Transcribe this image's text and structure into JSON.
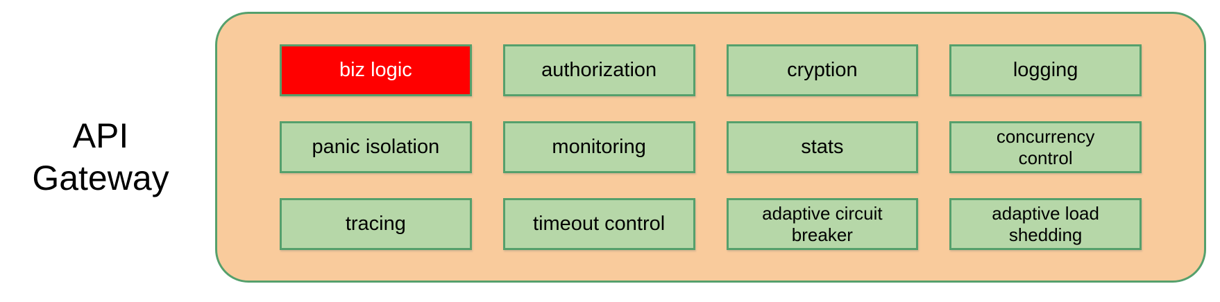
{
  "canvas": {
    "background": "#ffffff"
  },
  "gateway": {
    "title_line1": "API",
    "title_line2": "Gateway",
    "title_color": "#000000",
    "container": {
      "fill": "#f9cb9c",
      "border_color": "#55a06c"
    },
    "cell_default": {
      "fill": "#b6d7a8",
      "border_color": "#55a06c",
      "text_color": "#000000"
    },
    "cells": [
      {
        "label": "biz logic",
        "fill": "#ff0000",
        "text_color": "#ffffff"
      },
      {
        "label": "authorization"
      },
      {
        "label": "cryption"
      },
      {
        "label": "logging"
      },
      {
        "label": "panic isolation"
      },
      {
        "label": "monitoring"
      },
      {
        "label": "stats"
      },
      {
        "label": "concurrency\ncontrol",
        "multiline": true
      },
      {
        "label": "tracing"
      },
      {
        "label": "timeout control"
      },
      {
        "label": "adaptive circuit\nbreaker",
        "multiline": true
      },
      {
        "label": "adaptive load\nshedding",
        "multiline": true
      }
    ]
  }
}
